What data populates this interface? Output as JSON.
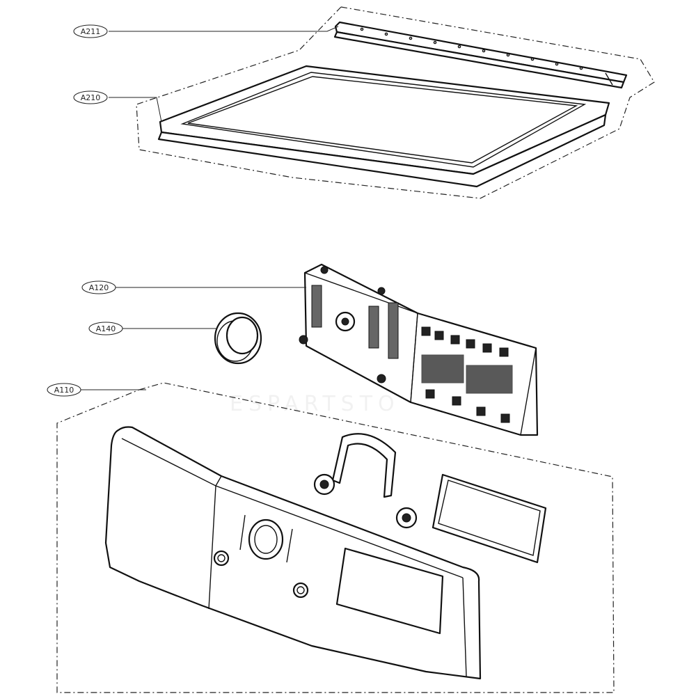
{
  "callouts": {
    "a211": "A211",
    "a210": "A210",
    "a120": "A120",
    "a140": "A140",
    "a110": "A110"
  },
  "watermark": "ESPARTSTO",
  "colors": {
    "line": "#111111",
    "background": "#ffffff"
  }
}
